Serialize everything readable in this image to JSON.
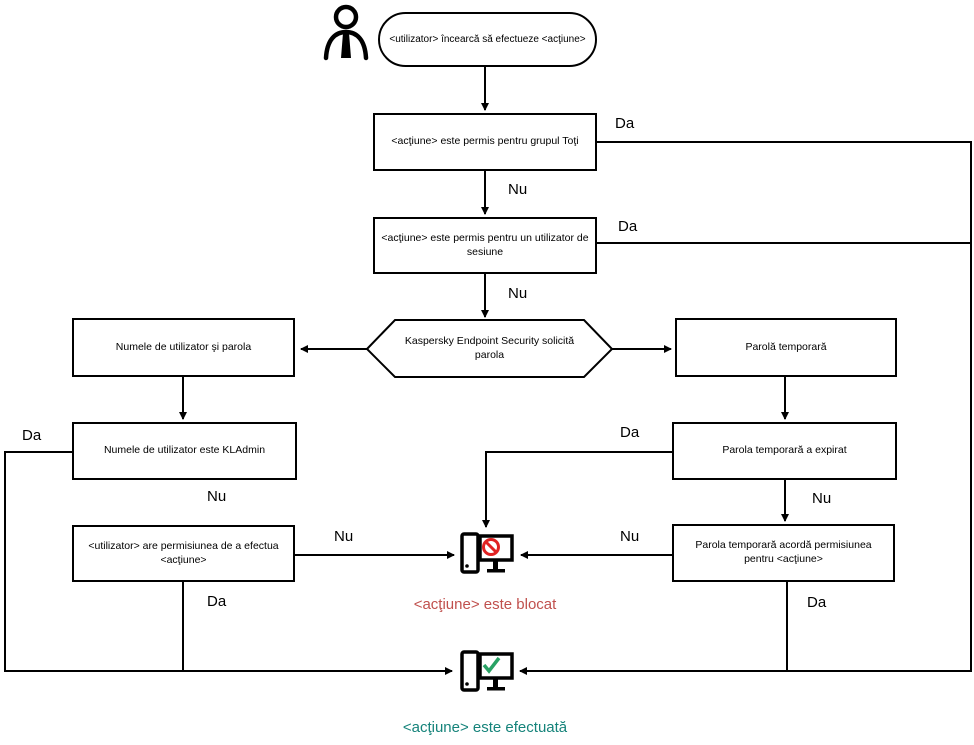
{
  "labels": {
    "yes": "Da",
    "no": "Nu"
  },
  "nodes": {
    "start": "<utilizator> încearcă să efectueze <acţiune>",
    "allowed_group": "<acţiune> este permis pentru grupul Toţi",
    "allowed_session": "<acţiune> este permis pentru un utilizator de sesiune",
    "password_prompt": "Kaspersky Endpoint Security solicită parola",
    "credentials": "Numele de utilizator şi parola",
    "temp_password": "Parolă temporară",
    "is_kladmin": "Numele de utilizator este KLAdmin",
    "user_has_permission": "<utilizator> are permisiunea de a efectua <acţiune>",
    "temp_expired": "Parola temporară a expirat",
    "temp_grants_permission": "Parola temporară acordă permisiunea pentru <acţiune>",
    "blocked_result": "<acţiune> este blocat",
    "done_result": "<acţiune> este efectuată"
  },
  "icons": {
    "actor": "person-icon",
    "blocked": "computer-blocked-icon",
    "done": "computer-check-icon"
  },
  "colors": {
    "line": "#000000",
    "blocked_text": "#c0504d",
    "done_text": "#15837a",
    "prohibit_sign": "#e02222",
    "check_sign": "#28a264"
  }
}
